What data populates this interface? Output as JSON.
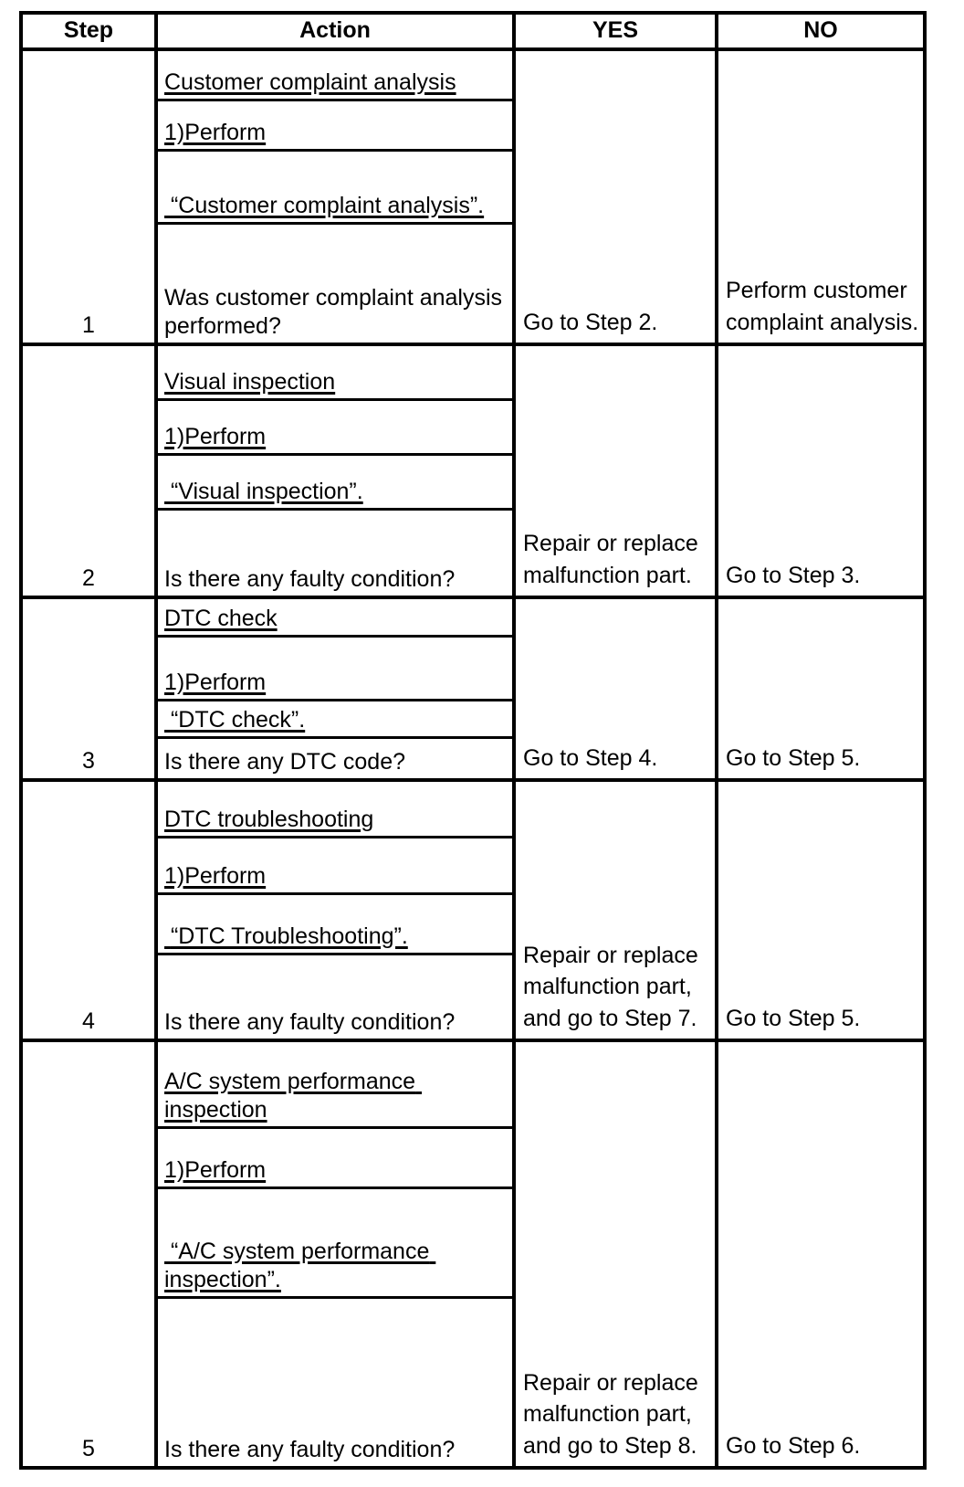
{
  "table": {
    "headers": {
      "step": "Step",
      "action": "Action",
      "yes": "YES",
      "no": "NO"
    },
    "rows": [
      {
        "step": "1",
        "action_items": [
          {
            "text": "Customer complaint analysis",
            "underline": "plain"
          },
          {
            "text": "1)Perform",
            "underline": "padded"
          },
          {
            "text": " “Customer complaint analysis”.",
            "underline": "plain"
          },
          {
            "text": "Was customer complaint analysis performed?",
            "underline": "none"
          }
        ],
        "yes": "Go to Step 2.",
        "no": "Perform customer complaint analysis."
      },
      {
        "step": "2",
        "action_items": [
          {
            "text": "Visual inspection",
            "underline": "plain"
          },
          {
            "text": "1)Perform",
            "underline": "padded"
          },
          {
            "text": " “Visual inspection”.",
            "underline": "plain"
          },
          {
            "text": "Is there any faulty condition?",
            "underline": "none"
          }
        ],
        "yes": "Repair or replace malfunction part.",
        "no": "Go to Step 3."
      },
      {
        "step": "3",
        "action_items": [
          {
            "text": "DTC check",
            "underline": "plain"
          },
          {
            "text": "1)Perform",
            "underline": "padded"
          },
          {
            "text": " “DTC check”.",
            "underline": "plain"
          },
          {
            "text": "Is there any DTC code?",
            "underline": "none"
          }
        ],
        "yes": "Go to Step 4.",
        "no": "Go to Step 5."
      },
      {
        "step": "4",
        "action_items": [
          {
            "text": "DTC troubleshooting",
            "underline": "plain"
          },
          {
            "text": "1)Perform",
            "underline": "padded"
          },
          {
            "text": " “DTC Troubleshooting”.",
            "underline": "plain"
          },
          {
            "text": "Is there any faulty condition?",
            "underline": "none"
          }
        ],
        "yes": "Repair or replace malfunction part, and go to Step 7.",
        "no": "Go to Step 5."
      },
      {
        "step": "5",
        "action_items": [
          {
            "text": "A/C system performance inspection",
            "underline": "plain"
          },
          {
            "text": "1)Perform",
            "underline": "padded"
          },
          {
            "text": " “A/C system performance inspection”.",
            "underline": "plain"
          },
          {
            "text": "Is there any faulty condition?",
            "underline": "none"
          }
        ],
        "yes": "Repair or replace malfunction part, and go to Step 8.",
        "no": "Go to Step 6."
      }
    ],
    "row_heights": [
      {
        "total": 319,
        "items": [
          55,
          55,
          80,
          129
        ]
      },
      {
        "total": 273,
        "items": [
          60,
          60,
          60,
          93
        ]
      },
      {
        "total": 196,
        "items": [
          42,
          70,
          41,
          43
        ]
      },
      {
        "total": 281,
        "items": [
          62,
          62,
          66,
          91
        ]
      },
      {
        "total": 464,
        "items": [
          95,
          66,
          120,
          183
        ]
      }
    ],
    "border_color": "#000000"
  }
}
